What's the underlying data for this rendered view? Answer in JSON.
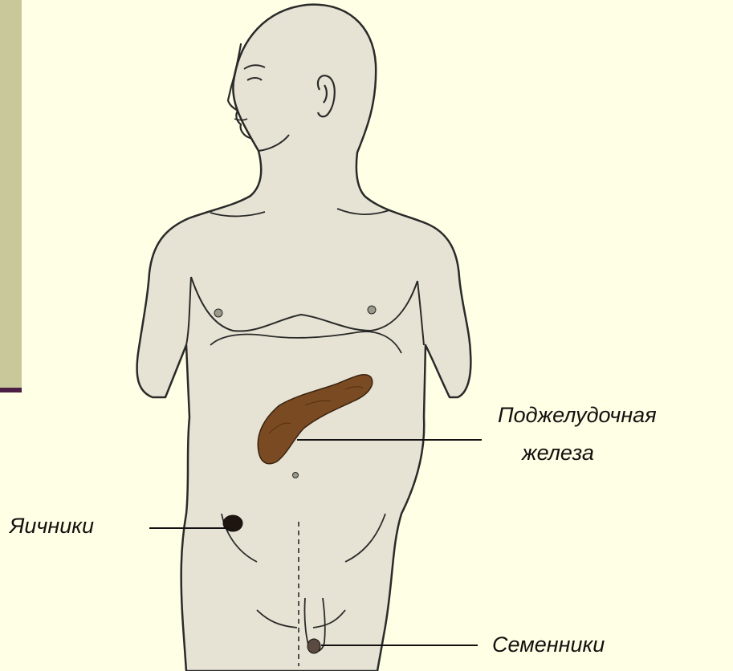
{
  "labels": {
    "pancreas_line1": "Поджелудочная",
    "pancreas_line2": "железа",
    "ovaries": "Яичники",
    "testes": "Семенники"
  },
  "colors": {
    "background": "#FFFFE5",
    "side_bar": "#C9C89A",
    "side_rule": "#4B1E44",
    "skin": "#E6E3D4",
    "pancreas": "#7A4A22",
    "outline": "#2A2A2A"
  }
}
